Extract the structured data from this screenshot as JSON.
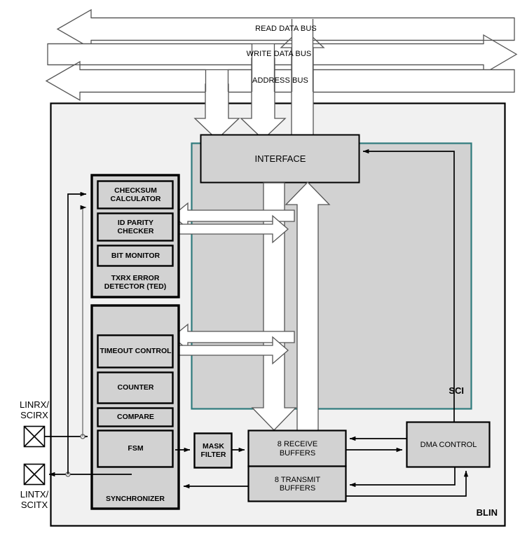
{
  "diagram": {
    "title": "BLIN module block diagram",
    "corner_labels": {
      "outer": "BLIN",
      "inner": "SCI"
    },
    "colors": {
      "block_fill": "#d2d2d2",
      "outer_fill": "#f1f1f1",
      "sci_border": "#2f7b7d",
      "stroke": "#000000",
      "bus_fill": "#ffffff",
      "background": "#ffffff"
    }
  },
  "buses": [
    {
      "id": "read-data-bus",
      "label": "READ DATA BUS",
      "direction": "left"
    },
    {
      "id": "write-data-bus",
      "label": "WRITE DATA BUS",
      "direction": "right"
    },
    {
      "id": "address-bus",
      "label": "ADDRESS BUS",
      "direction": "left"
    }
  ],
  "pads": [
    {
      "id": "linrx-pad",
      "label": "LINRX/\nSCIRX",
      "position": "above"
    },
    {
      "id": "lintx-pad",
      "label": "LINTX/\nSCITX",
      "position": "below"
    }
  ],
  "blocks": [
    {
      "id": "interface",
      "label": "INTERFACE",
      "style": "plain"
    },
    {
      "id": "checksum",
      "label": "CHECKSUM\nCALCULATOR",
      "style": "bold"
    },
    {
      "id": "id-parity",
      "label": "ID PARITY\nCHECKER",
      "style": "bold"
    },
    {
      "id": "bit-monitor",
      "label": "BIT MONITOR",
      "style": "bold"
    },
    {
      "id": "ted",
      "label": "TXRX ERROR\nDETECTOR (TED)",
      "style": "bold"
    },
    {
      "id": "timeout-control",
      "label": "TIMEOUT CONTROL",
      "style": "bold"
    },
    {
      "id": "counter",
      "label": "COUNTER",
      "style": "bold"
    },
    {
      "id": "compare",
      "label": "COMPARE",
      "style": "bold"
    },
    {
      "id": "fsm",
      "label": "FSM",
      "style": "bold"
    },
    {
      "id": "synchronizer",
      "label": "SYNCHRONIZER",
      "style": "bold"
    },
    {
      "id": "mask-filter",
      "label": "MASK\nFILTER",
      "style": "bold"
    },
    {
      "id": "receive-buffers",
      "label": "8 RECEIVE\nBUFFERS",
      "style": "plain"
    },
    {
      "id": "transmit-buffers",
      "label": "8 TRANSMIT\nBUFFERS",
      "style": "plain"
    },
    {
      "id": "dma-control",
      "label": "DMA CONTROL",
      "style": "plain"
    }
  ]
}
